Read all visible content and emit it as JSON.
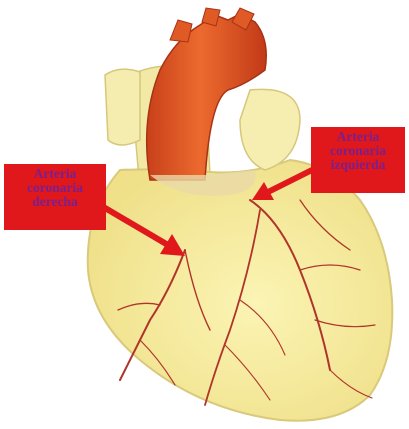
{
  "labels": {
    "right_coronary": [
      "Arteria",
      "coronaria",
      "derecha"
    ],
    "left_coronary": [
      "Arteria",
      "coronaria",
      "izquierda"
    ]
  },
  "colors": {
    "heart_fill": "#f7efa0",
    "aorta": "#e3501f",
    "vessels": "#b0342a",
    "label_bg": "#e0181c",
    "label_text": "#7a1f8c"
  }
}
